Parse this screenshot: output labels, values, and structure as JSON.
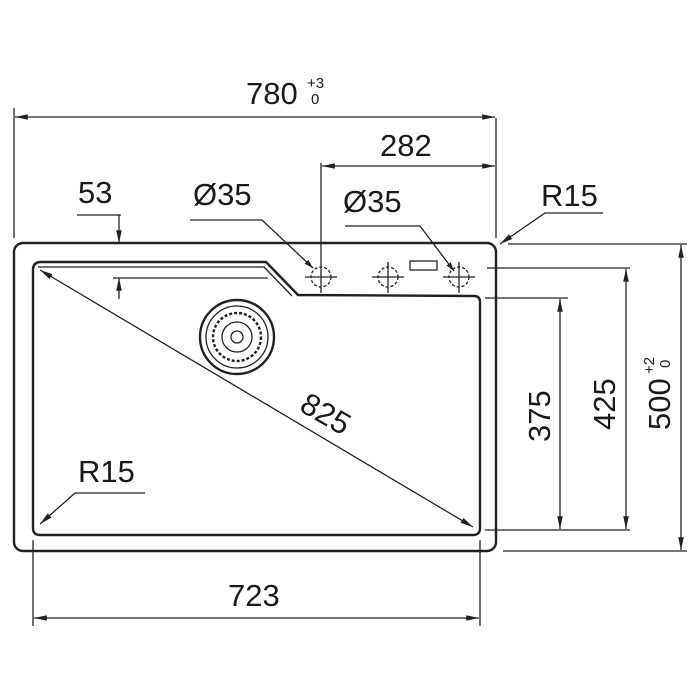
{
  "drawing": {
    "overall_width": {
      "value": "780",
      "tol_upper": "+3",
      "tol_lower": "0"
    },
    "tap_offset": "282",
    "rim_depth": "53",
    "tap_hole_left": "Ø35",
    "tap_hole_right": "Ø35",
    "corner_radius_outer": "R15",
    "corner_radius_bowl": "R15",
    "bowl_diagonal": "825",
    "bowl_width": "723",
    "bowl_height": "375",
    "inner_height": "425",
    "overall_depth": {
      "value": "500",
      "tol_upper": "+2",
      "tol_lower": "0"
    }
  },
  "colors": {
    "line": "#222222",
    "background": "#ffffff"
  }
}
